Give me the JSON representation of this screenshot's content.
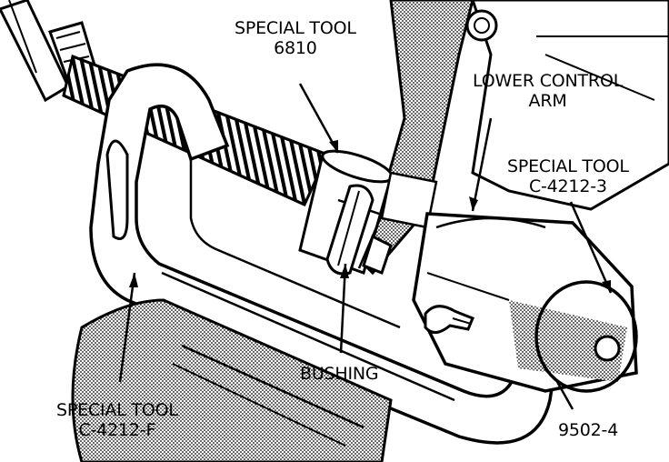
{
  "labels": {
    "tool_6810": {
      "line1": "SPECIAL TOOL",
      "line2": "6810"
    },
    "lower_control_arm": {
      "line1": "LOWER CONTROL",
      "line2": "ARM"
    },
    "tool_c4212_3": {
      "line1": "SPECIAL TOOL",
      "line2": "C-4212-3"
    },
    "bushing": "BUSHING",
    "tool_c4212_f": {
      "line1": "SPECIAL TOOL",
      "line2": "C-4212-F"
    },
    "part_9502_4": "9502-4"
  },
  "colors": {
    "ink": "#000000",
    "paper": "#ffffff",
    "shade": "#8a8a8a"
  }
}
